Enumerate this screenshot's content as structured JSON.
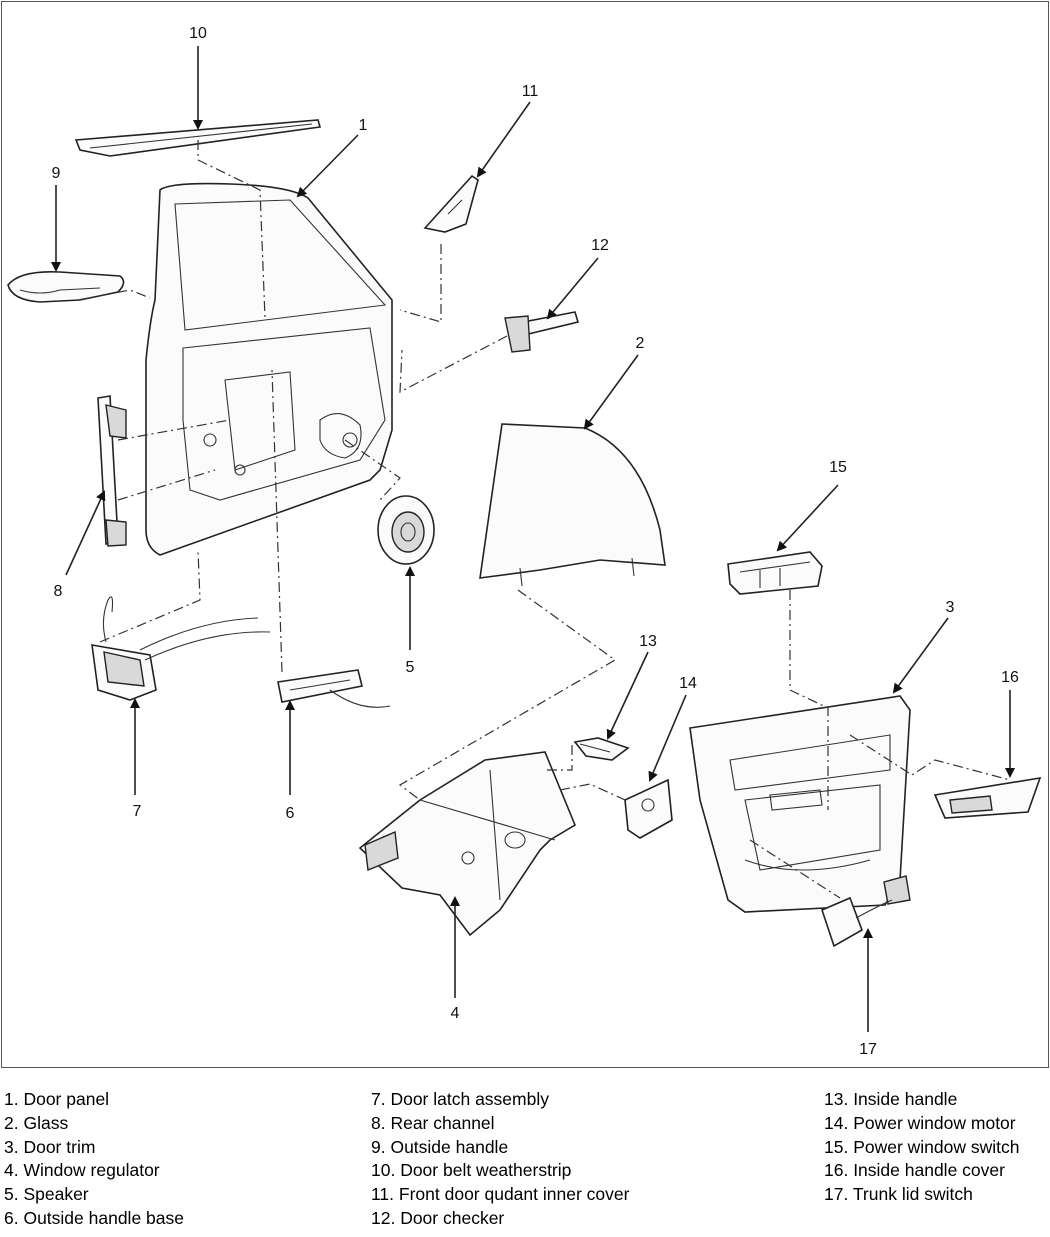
{
  "callouts": [
    "1",
    "2",
    "3",
    "4",
    "5",
    "6",
    "7",
    "8",
    "9",
    "10",
    "11",
    "12",
    "13",
    "14",
    "15",
    "16",
    "17"
  ],
  "legend": {
    "col1": [
      "1. Door panel",
      "2. Glass",
      "3. Door trim",
      "4. Window regulator",
      "5. Speaker",
      "6. Outside handle base"
    ],
    "col2": [
      "7. Door latch assembly",
      "8. Rear channel",
      "9. Outside handle",
      "10. Door belt weatherstrip",
      "11. Front door qudant inner cover",
      "12. Door checker"
    ],
    "col3": [
      "13. Inside handle",
      "14. Power window motor",
      "15. Power window switch",
      "16. Inside handle cover",
      "17. Trunk lid switch"
    ]
  }
}
